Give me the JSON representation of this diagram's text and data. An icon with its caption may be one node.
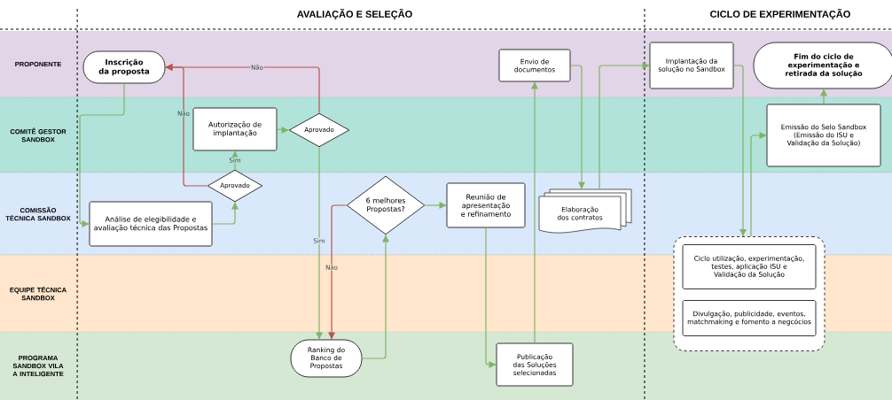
{
  "diagram": {
    "nodes": [
      {
        "text": [
          "Inscrição da proposta"
        ]
      },
      {
        "text": [
          "Autorização de implantação"
        ]
      },
      {
        "text": [
          "Aprovado"
        ]
      },
      {
        "text": [
          "Análise de elegibilidade e avaliação técnica das Propostas"
        ]
      },
      {
        "text": [
          "Aprovado"
        ]
      },
      {
        "text": [
          "6 melhores Propostas?"
        ]
      },
      {
        "text": [
          "Reunião de apresentação e refinamento"
        ]
      },
      {
        "text": [
          "Ranking do Banco de Propostas"
        ]
      },
      {
        "text": [
          "Envio de documentos"
        ]
      },
      {
        "text": [
          "Publicação das Soluções selecionadas"
        ]
      },
      {
        "text": [
          "Elaboração dos contratos"
        ]
      },
      {
        "text": [
          "Implantação da solução no Sandbox"
        ]
      },
      {
        "text": [
          "Fim do ciclo de experimentação e retirada da solução"
        ]
      },
      {
        "text": [
          "Emissão do Selo Sandbox (Emissão do ISU e Validação da Solução)"
        ]
      },
      {
        "text": [],
        "shape": "box"
      },
      {
        "text": [
          "Ciclo utilização, experimentação, testes, aplicação ISU e Validação da Solução"
        ],
        "in": 14
      },
      {
        "text": [
          "Divulgação, publicidade, eventos, matchmaking e fomento a negcócios"
        ],
        "in": 14
      }
    ],
    "edges": [
      {
        "from": 0,
        "to": 3,
        "arrow": "to"
      },
      {
        "from": 3,
        "to": 4,
        "arrow": "to"
      },
      {
        "from": 4,
        "to": 1,
        "arrow": "to",
        "label": "Sim"
      },
      {
        "from": 4,
        "to": 0,
        "arrow": "to",
        "label": "Não",
        "color": "#b85450"
      },
      {
        "from": 1,
        "to": 2,
        "arrow": "to"
      },
      {
        "from": 2,
        "to": 0,
        "arrow": "to",
        "label": "Não",
        "color": "#b85450"
      },
      {
        "from": 2,
        "to": 7,
        "arrow": "to",
        "label": "Sim"
      },
      {
        "from": 5,
        "to": 7,
        "arrow": "to",
        "label": "Não",
        "color": "#b85450"
      },
      {
        "from": 7,
        "to": 5,
        "arrow": "to"
      },
      {
        "from": 5,
        "to": 6,
        "arrow": "to"
      },
      {
        "from": 6,
        "to": 9,
        "arrow": "to"
      },
      {
        "from": 9,
        "to": 8,
        "arrow": "to"
      },
      {
        "from": 8,
        "to": 10,
        "arrow": "to"
      },
      {
        "from": 10,
        "to": 11,
        "arrow": "to"
      },
      {
        "from": 11,
        "to": 14,
        "arrow": "to"
      },
      {
        "from": 14,
        "to": 13,
        "arrow": "to"
      },
      {
        "from": 13,
        "to": 12,
        "arrow": "to"
      }
    ],
    "labels": [
      "AVALIAÇÃO E SELEÇÃO",
      "CICLO DE EXPERIMENTAÇÃO",
      "PROPONENTE",
      "COMITÊ GESTOR SANDBOX",
      "COMISSÃO TÉCNICA SANDBOX",
      "EQUIPE TÉCNICA SANDBOX",
      "PROGRAMA SANDBOX VILA A INTELIGENTE"
    ]
  }
}
